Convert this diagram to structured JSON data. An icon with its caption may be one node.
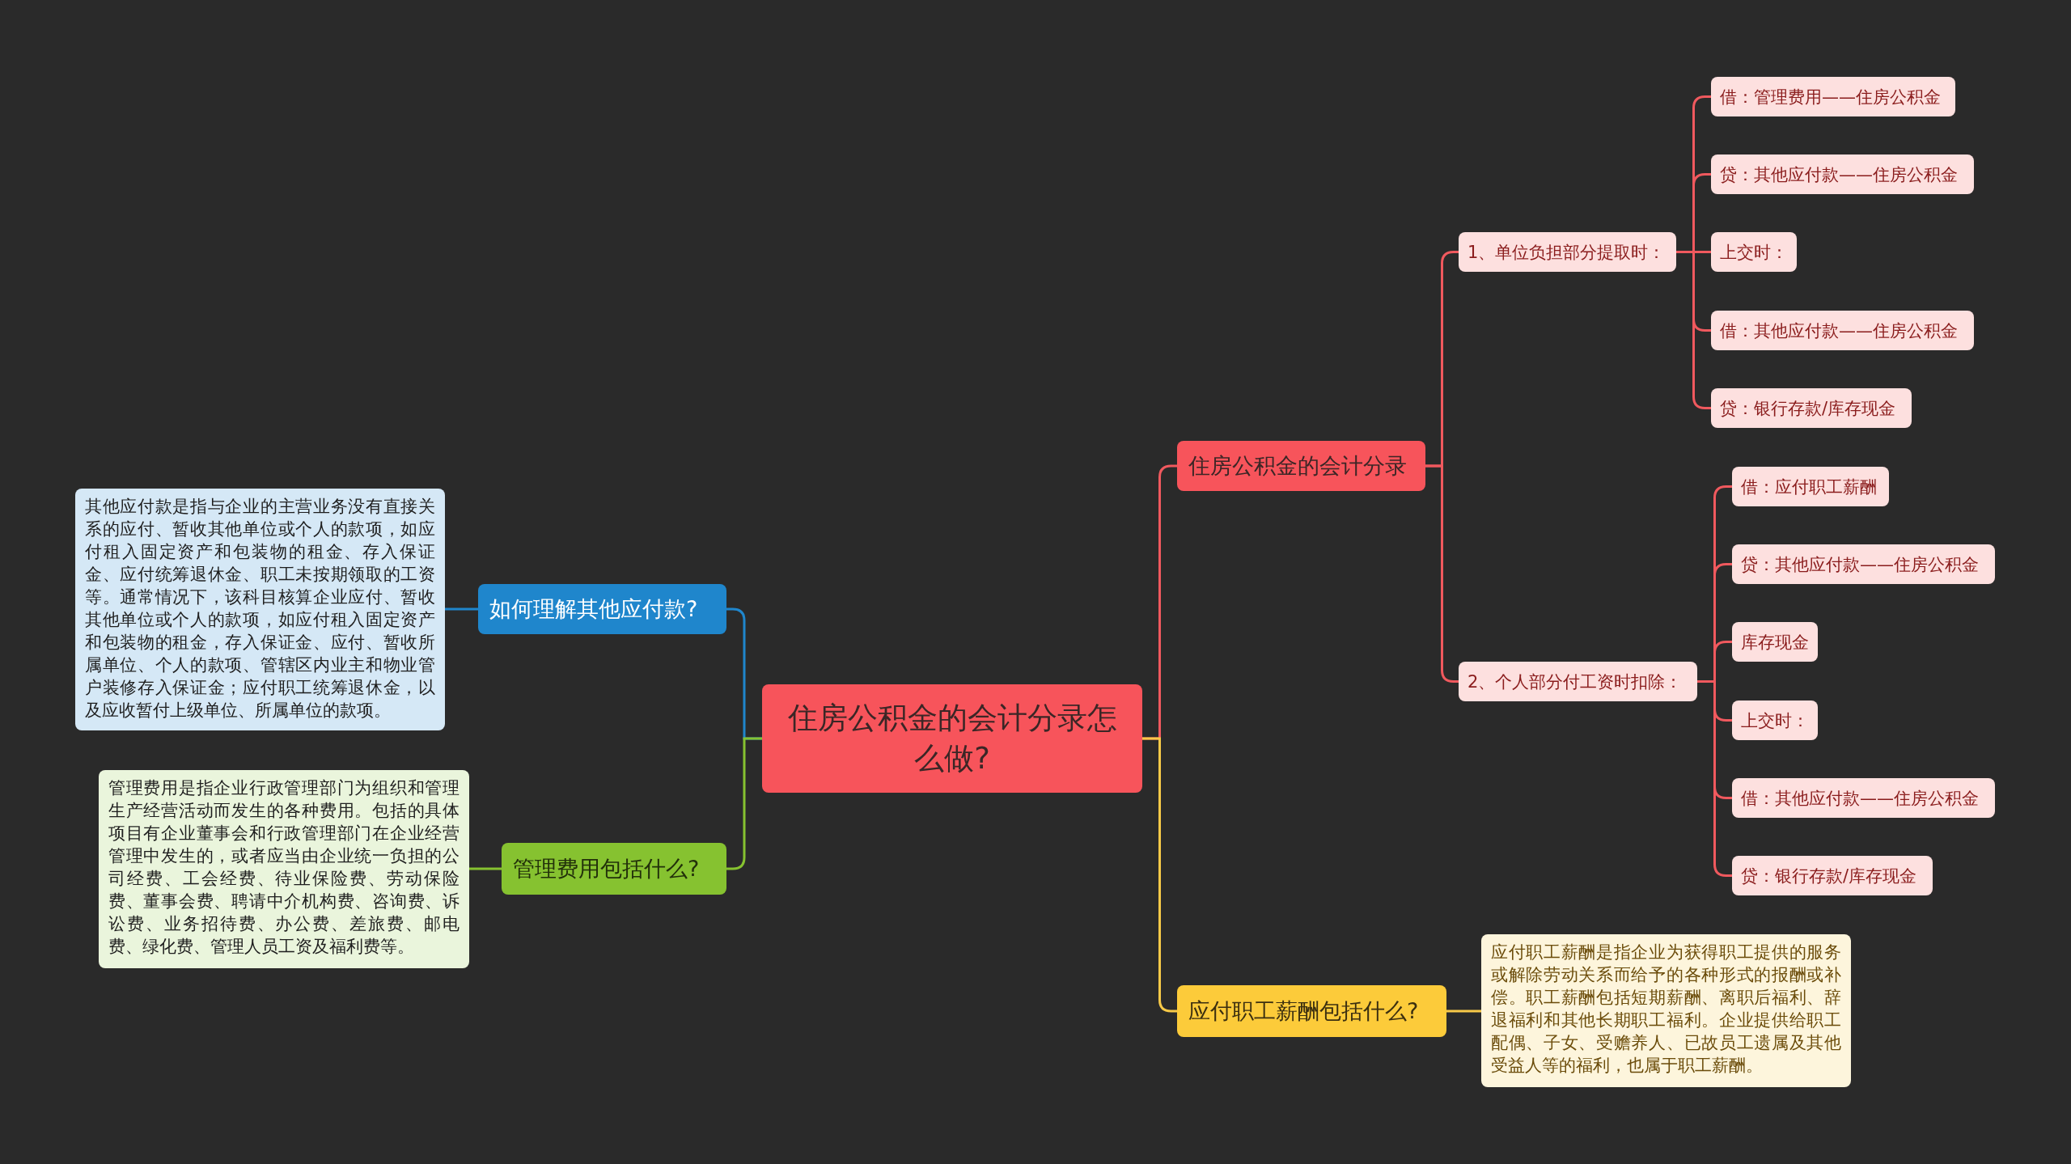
{
  "diagram": {
    "nodes": [
      {
        "text": [
          "住房公积金的会计分录怎么做?"
        ]
      },
      {
        "text": [
          "住房公积金的会计分录"
        ]
      },
      {
        "text": [
          "1、单位负担部分提取时："
        ]
      },
      {
        "text": [
          "借：管理费用——住房公积金"
        ]
      },
      {
        "text": [
          "贷：其他应付款——住房公积金"
        ]
      },
      {
        "text": [
          "上交时："
        ]
      },
      {
        "text": [
          "借：其他应付款——住房公积金"
        ]
      },
      {
        "text": [
          "贷：银行存款/库存现金"
        ]
      },
      {
        "text": [
          "2、个人部分付工资时扣除："
        ]
      },
      {
        "text": [
          "借：应付职工薪酬"
        ]
      },
      {
        "text": [
          "贷：其他应付款——住房公积金"
        ]
      },
      {
        "text": [
          "库存现金"
        ]
      },
      {
        "text": [
          "上交时："
        ]
      },
      {
        "text": [
          "借：其他应付款——住房公积金"
        ]
      },
      {
        "text": [
          "贷：银行存款/库存现金"
        ]
      },
      {
        "text": [
          "应付职工薪酬包括什么?"
        ]
      },
      {
        "text": [
          "应付职工薪酬是指企业为获得职工提供的服务或解除劳动关系而给予的各种形式的报酬或补偿。职工薪酬包括短期薪酬、离职后福利、辞退福利和其他长期职工福利。企业提供给职工配偶、子女、受赡养人、已故员工遗属及其他受益人等的福利，也属于职工薪酬。"
        ]
      },
      {
        "text": [
          "如何理解其他应付款?"
        ]
      },
      {
        "text": [
          "其他应付款是指与企业的主营业务没有直接关系的应付、暂收其他单位或个人的款项，如应付租入固定资产和包装物的租金、存入保证金、应付统筹退休金、职工未按期领取的工资等。通常情况下，该科目核算企业应付、暂收其他单位或个人的款项，如应付租入固定资产和包装物的租金，存入保证金、应付、暂收所属单位、个人的款项、管辖区内业主和物业管户装修存入保证金；应付职工统筹退休金，以及应收暂付上级单位、所属单位的款项。"
        ]
      },
      {
        "text": [
          "管理费用包括什么?"
        ]
      },
      {
        "text": [
          "管理费用是指企业行政管理部门为组织和管理生产经营活动而发生的各种费用。包括的具体项目有企业董事会和行政管理部门在企业经营管理中发生的，或者应当由企业统一负担的公司经费、工会经费、待业保险费、劳动保险费、董事会费、聘请中介机构费、咨询费、诉讼费、业务招待费、办公费、差旅费、邮电费、绿化费、管理人员工资及福利费等。"
        ]
      }
    ],
    "edges": [
      {
        "from": 0,
        "to": 1,
        "arrow": "none"
      },
      {
        "from": 1,
        "to": 2,
        "arrow": "none"
      },
      {
        "from": 2,
        "to": 3,
        "arrow": "none"
      },
      {
        "from": 2,
        "to": 4,
        "arrow": "none"
      },
      {
        "from": 2,
        "to": 5,
        "arrow": "none"
      },
      {
        "from": 2,
        "to": 6,
        "arrow": "none"
      },
      {
        "from": 2,
        "to": 7,
        "arrow": "none"
      },
      {
        "from": 1,
        "to": 8,
        "arrow": "none"
      },
      {
        "from": 8,
        "to": 9,
        "arrow": "none"
      },
      {
        "from": 8,
        "to": 10,
        "arrow": "none"
      },
      {
        "from": 8,
        "to": 11,
        "arrow": "none"
      },
      {
        "from": 8,
        "to": 12,
        "arrow": "none"
      },
      {
        "from": 8,
        "to": 13,
        "arrow": "none"
      },
      {
        "from": 8,
        "to": 14,
        "arrow": "none"
      },
      {
        "from": 0,
        "to": 15,
        "arrow": "none",
        "color": "#f7c948"
      },
      {
        "from": 15,
        "to": 16,
        "arrow": "none",
        "color": "#f7c948"
      },
      {
        "from": 0,
        "to": 17,
        "arrow": "none",
        "color": "#1f86cc"
      },
      {
        "from": 17,
        "to": 18,
        "arrow": "none",
        "color": "#1f86cc"
      },
      {
        "from": 0,
        "to": 19,
        "arrow": "none",
        "color": "#86c230"
      },
      {
        "from": 19,
        "to": 20,
        "arrow": "none",
        "color": "#86c230"
      }
    ]
  }
}
